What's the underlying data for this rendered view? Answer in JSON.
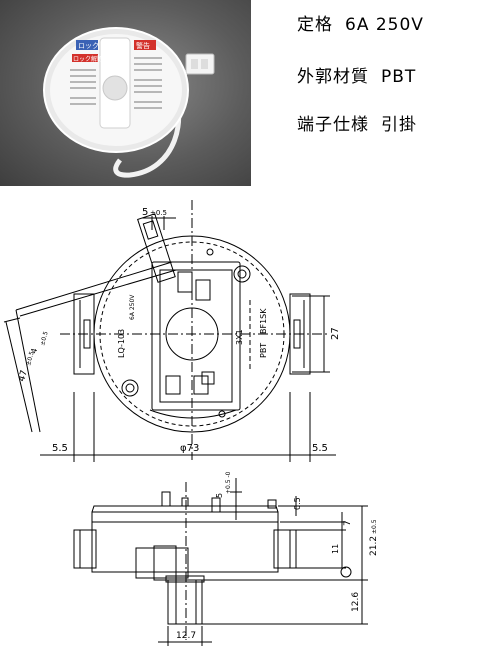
{
  "photo": {
    "lock_label": "ロック",
    "lock_release_label": "ロック解除",
    "warning_label": "警告",
    "product_image_label": "adapter photo"
  },
  "specs": [
    {
      "label": "定格",
      "value": "6A 250V"
    },
    {
      "label": "外郭材質",
      "value": "PBT"
    },
    {
      "label": "端子仕様",
      "value": "引掛"
    }
  ],
  "top_view": {
    "dims": {
      "clip_width": "5",
      "clip_tol": "±0.5",
      "height_right": "27",
      "angle_small": "4",
      "angle_small_tol": "±0.5",
      "arm_length": "47",
      "arm_tol": "±0.5",
      "left_offset": "5.5",
      "diameter": "φ73",
      "right_offset": "5.5"
    },
    "markings": {
      "model": "LQ-103",
      "rating": "6A 250V",
      "code": "3X1",
      "material": "PBT",
      "variant": "BF1SK"
    }
  },
  "side_view": {
    "dims": {
      "pin_top": "5",
      "pin_tol": "+0.5 -0",
      "lip": "0.5",
      "step": "7",
      "inner": "11",
      "total_height": "21.2",
      "total_tol": "±0.5",
      "stem_height": "12.6",
      "stem_width": "12.7"
    }
  }
}
